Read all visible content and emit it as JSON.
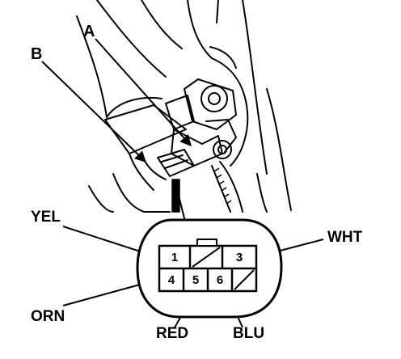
{
  "callouts": {
    "a": "A",
    "b": "B"
  },
  "wire_colors": {
    "yel": "YEL",
    "orn": "ORN",
    "red": "RED",
    "blu": "BLU",
    "wht": "WHT"
  },
  "connector": {
    "pins": [
      "1",
      "3",
      "4",
      "5",
      "6"
    ]
  },
  "colors": {
    "ink": "#000000",
    "paper": "#ffffff"
  }
}
